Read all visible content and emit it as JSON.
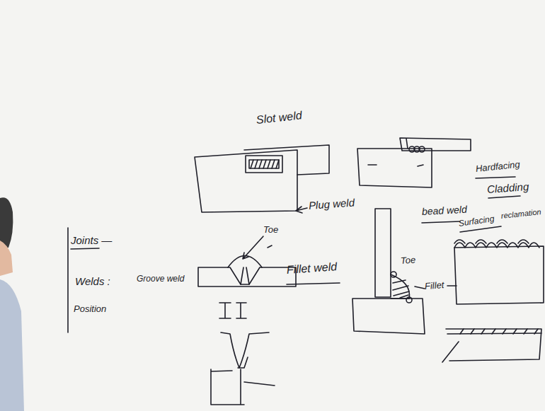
{
  "diagram": {
    "labels": [
      "Slot weld",
      "Plug weld",
      "Hardfacing",
      "Cladding",
      "bead weld",
      "Surfacing",
      "reclamation",
      "Joints —",
      "Welds :",
      "Position",
      "Groove weld",
      "Toe",
      "Fillet weld",
      "Toe",
      "Fillet"
    ]
  }
}
